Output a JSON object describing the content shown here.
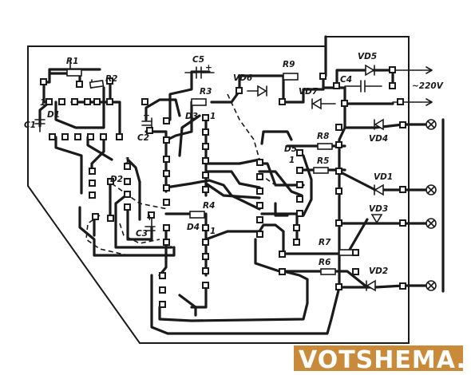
{
  "labels": {
    "R1": "R1",
    "R2": "R2",
    "R3": "R3",
    "R4": "R4",
    "R5": "R5",
    "R6": "R6",
    "R7": "R7",
    "R8": "R8",
    "R9": "R9",
    "C1": "C1",
    "C2": "C2",
    "C3": "C3",
    "C4": "C4",
    "C5": "C5",
    "D1": "D1",
    "D2": "D2",
    "D3": "D3",
    "D4": "D4",
    "D5": "D5",
    "VD1": "VD1",
    "VD2": "VD2",
    "VD3": "VD3",
    "VD4": "VD4",
    "VD5": "VD5",
    "VD6": "VD6",
    "VD7": "VD7",
    "mains": "~220V",
    "pin1_d1": "1",
    "pin1_d2": "1",
    "pin1_d3": "1",
    "pin1_d4": "1",
    "pin1_d5": "1",
    "plus_c5": "+",
    "plus_c2": "+",
    "plus_c3": "+"
  },
  "watermark": "VOTSHEMA.RU",
  "colors": {
    "ink": "#1a1a1a",
    "watermark": "#c98a3a",
    "background": "#ffffff"
  }
}
